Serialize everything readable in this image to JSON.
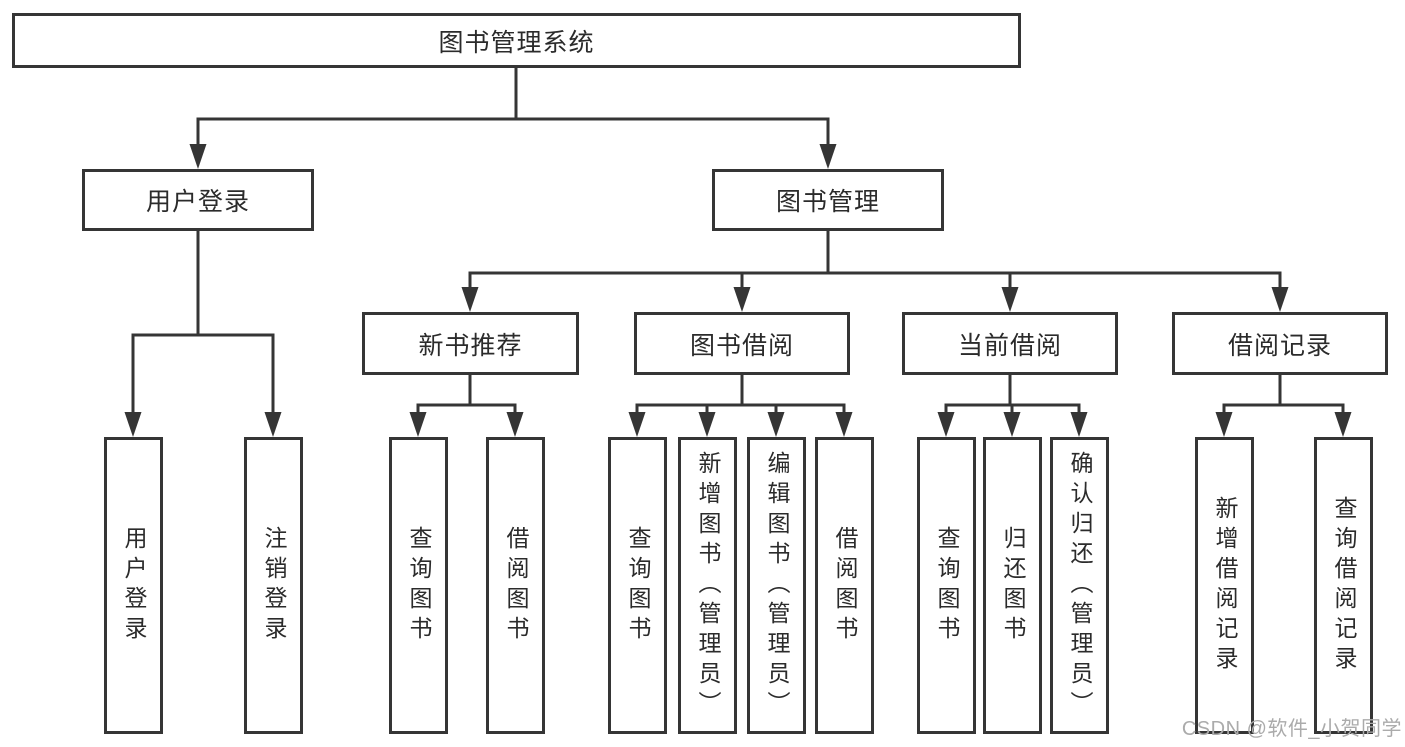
{
  "style": {
    "line_color": "#353535",
    "box_border_color": "#353535",
    "box_background": "#ffffff",
    "text_color": "#2b2b2b",
    "page_background": "#ffffff",
    "watermark_color": "#ababab"
  },
  "tree": {
    "root": {
      "label": "图书管理系统"
    },
    "level2": [
      {
        "label": "用户登录"
      },
      {
        "label": "图书管理"
      }
    ],
    "level3": [
      {
        "label": "新书推荐"
      },
      {
        "label": "图书借阅"
      },
      {
        "label": "当前借阅"
      },
      {
        "label": "借阅记录"
      }
    ],
    "leaves": {
      "user_login": [
        {
          "label": "用户登录"
        },
        {
          "label": "注销登录"
        }
      ],
      "new_book": [
        {
          "label": "查询图书"
        },
        {
          "label": "借阅图书"
        }
      ],
      "book_borrow": [
        {
          "label": "查询图书"
        },
        {
          "label": "新增图书（管理员）"
        },
        {
          "label": "编辑图书（管理员）"
        },
        {
          "label": "借阅图书"
        }
      ],
      "current_borrow": [
        {
          "label": "查询图书"
        },
        {
          "label": "归还图书"
        },
        {
          "label": "确认归还（管理员）"
        }
      ],
      "borrow_record": [
        {
          "label": "新增借阅记录"
        },
        {
          "label": "查询借阅记录"
        }
      ]
    }
  },
  "watermark": {
    "text": "CSDN @软件_小贺同学"
  }
}
